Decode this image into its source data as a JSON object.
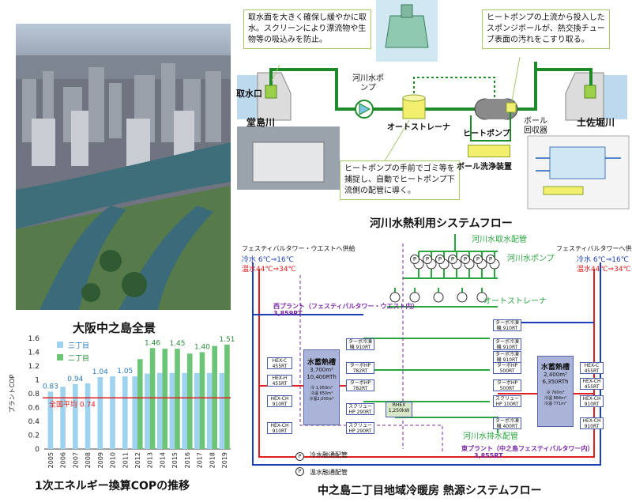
{
  "city_photo": {
    "caption": "大阪中之島全景"
  },
  "river_flow": {
    "title": "河川水熱利用システムフロー",
    "callout_intake": "取水面を大きく確保し緩やかに取水。スクリーンにより漂流物や生物等の吸込みを防止。",
    "callout_ball": "ヒートポンプの上流から投入したスポンジボールが、熱交換チューブ表面の汚れをこすり取る。",
    "callout_strainer": "ヒートポンプの手前でゴミ等を捕捉し、自動でヒートポンプ下流側の配管に導く。",
    "label_intake": "取水口",
    "label_dojima": "堂島川",
    "label_pump": "河川水ポンプ",
    "label_strainer": "オートストレーナ",
    "label_heatpump": "ヒートポンプ",
    "label_ball_wash": "ボール洗浄装置",
    "label_ball_collector": "ボール回収器",
    "label_tosabori": "土佐堀川"
  },
  "chart": {
    "title": "1次エネルギー換算COPの推移",
    "ylabel": "プラントCOP",
    "legend_3": "三丁目",
    "legend_2": "二丁目",
    "nat_avg_label": "全国平均",
    "nat_avg_value": "0.74",
    "colors": {
      "san": "#9ed3ef",
      "ni": "#6cc476",
      "avg": "#e02020"
    }
  },
  "chart_data": {
    "type": "bar",
    "categories": [
      "2005",
      "2006",
      "2007",
      "2008",
      "2009",
      "2010",
      "2011",
      "2012",
      "2013",
      "2014",
      "2015",
      "2016",
      "2017",
      "2018",
      "2019"
    ],
    "series": [
      {
        "name": "三丁目",
        "values": [
          0.83,
          0.9,
          0.94,
          0.95,
          1.04,
          1.05,
          1.05,
          1.05,
          1.09,
          1.1,
          1.1,
          1.1,
          1.1,
          1.1,
          1.1
        ]
      },
      {
        "name": "二丁目",
        "values": [
          null,
          null,
          null,
          null,
          null,
          null,
          null,
          1.3,
          1.46,
          1.45,
          1.45,
          1.38,
          1.4,
          1.49,
          1.51
        ]
      }
    ],
    "data_labels": [
      {
        "series": "三丁目",
        "index": 0,
        "text": "0.83"
      },
      {
        "series": "三丁目",
        "index": 2,
        "text": "0.94"
      },
      {
        "series": "三丁目",
        "index": 4,
        "text": "1.04"
      },
      {
        "series": "三丁目",
        "index": 6,
        "text": "1.05"
      },
      {
        "series": "二丁目",
        "index": 8,
        "text": "1.46"
      },
      {
        "series": "二丁目",
        "index": 10,
        "text": "1.45"
      },
      {
        "series": "二丁目",
        "index": 12,
        "text": "1.40"
      },
      {
        "series": "二丁目",
        "index": 14,
        "text": "1.51"
      }
    ],
    "reference_line": {
      "value": 0.74
    },
    "yticks": [
      "0",
      "0.2",
      "0.4",
      "0.6",
      "0.8",
      "1",
      "1.2",
      "1.4",
      "1.6"
    ],
    "ylim": [
      0,
      1.6
    ],
    "legend_position": "top-left"
  },
  "heat_source": {
    "title": "中之島二丁目地域冷暖房 熱源システムフロー",
    "supply_left": "フェスティバルタワー・ウエストへ供給",
    "supply_right": "フェスティバルタワーへ供給",
    "cold_left": "冷水 6℃⇒16℃",
    "hot_left": "温水44℃⇒34℃",
    "cold_right": "冷水 6℃⇒16℃",
    "hot_right": "温水44℃⇒34℃",
    "intake_pipe": "河川水取水配管",
    "river_pump": "河川水ポンプ",
    "strainer": "オートストレーナ",
    "west_plant": "西プラント（フェスティバルタワー・ウエスト内）",
    "west_rt": "3,859RT",
    "east_plant": "東プラント（中之島フェスティバルタワー内）",
    "east_rt": "3,855RT",
    "discharge_pipe": "河川水排水配管",
    "chw_pipe": "冷水融通配管",
    "hw_pipe": "温水融通配管",
    "pump_letter": "P",
    "left_tank": {
      "name": "水蓄熱槽",
      "cap": "3,700m³",
      "rt": "10,400RTh",
      "note1": "冷 1,050m³",
      "note2": "冷温 650m³",
      "note3": "冷温2,000m³"
    },
    "right_tank": {
      "name": "水蓄熱槽",
      "cap": "2,400m³",
      "rt": "6,350RTh",
      "note1": "冷 760m³",
      "note2": "冷温 884m³",
      "note3": "冷温 771m³"
    },
    "left_hex": [
      "HEX-C 455RT",
      "HEX-H 455RT",
      "HEX-CH 910RT",
      "HEX-CH 910RT"
    ],
    "left_chillers": [
      "ターボ冷凍機 910RT",
      "ターボHP 782RT",
      "ターボHP 782RT",
      "スクリューHP 290RT",
      "スクリューHP 290RT"
    ],
    "rhex": [
      "RHEX",
      "1,250kW"
    ],
    "right_chillers": [
      "ターボ冷凍機 910RT",
      "ターボ冷凍機 910RT",
      "ターボ冷凍機 910RT",
      "ターボHP 500RT",
      "ターボHP 500RT",
      "スクリューHP 100RT",
      "ターボ冷凍機 400RT"
    ],
    "right_hex": [
      "HEX-C 455RT",
      "HEX-CH 455RT",
      "HEX-CH 910RT",
      "HEX-CH 910RT"
    ]
  }
}
